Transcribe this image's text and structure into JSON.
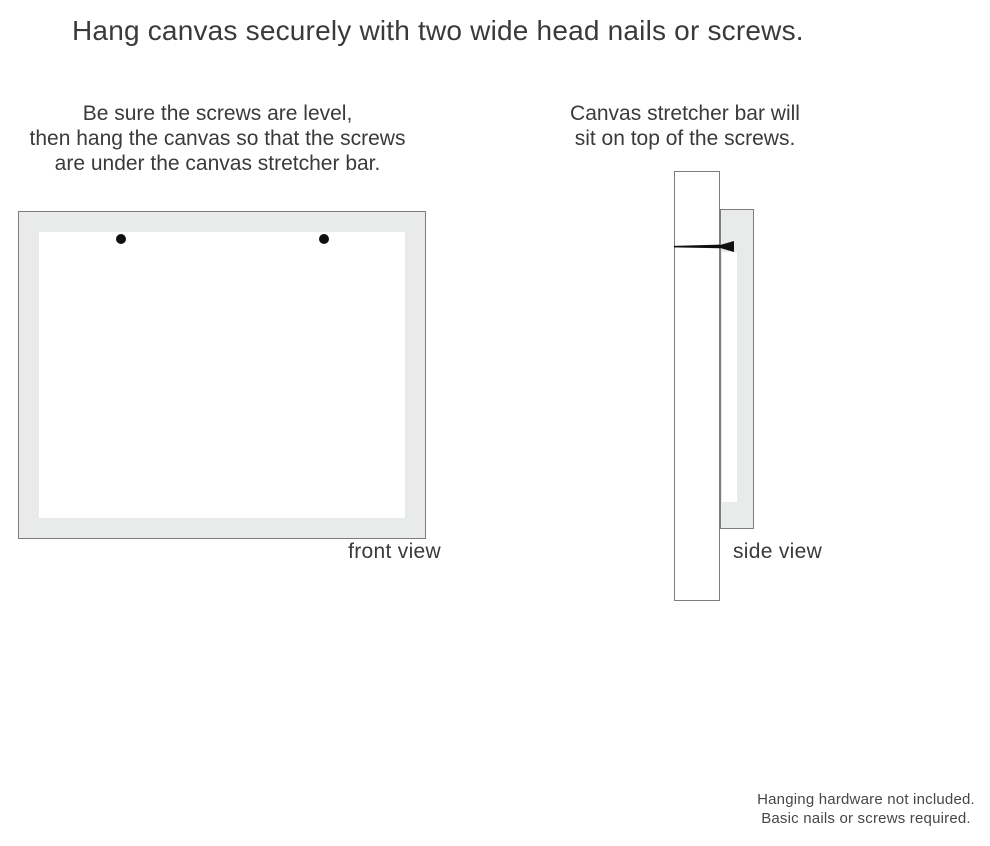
{
  "title": "Hang canvas securely with two wide head nails or screws.",
  "instructions": {
    "front": {
      "lines": [
        "Be sure the screws are level,",
        "then hang the canvas so that the screws",
        "are under the canvas stretcher bar."
      ]
    },
    "side": {
      "lines": [
        "Canvas stretcher bar will",
        "sit on top of the screws."
      ]
    }
  },
  "front_view": {
    "label": "front view",
    "screw_count": 2
  },
  "side_view": {
    "label": "side view"
  },
  "footnote": {
    "lines": [
      "Hanging hardware not included.",
      "Basic nails or screws required."
    ]
  },
  "colors": {
    "canvas_fill": "#e9eaea",
    "outline": "#7d7d7d",
    "text": "#3a3a3a",
    "hardware": "#0f0f0f"
  }
}
